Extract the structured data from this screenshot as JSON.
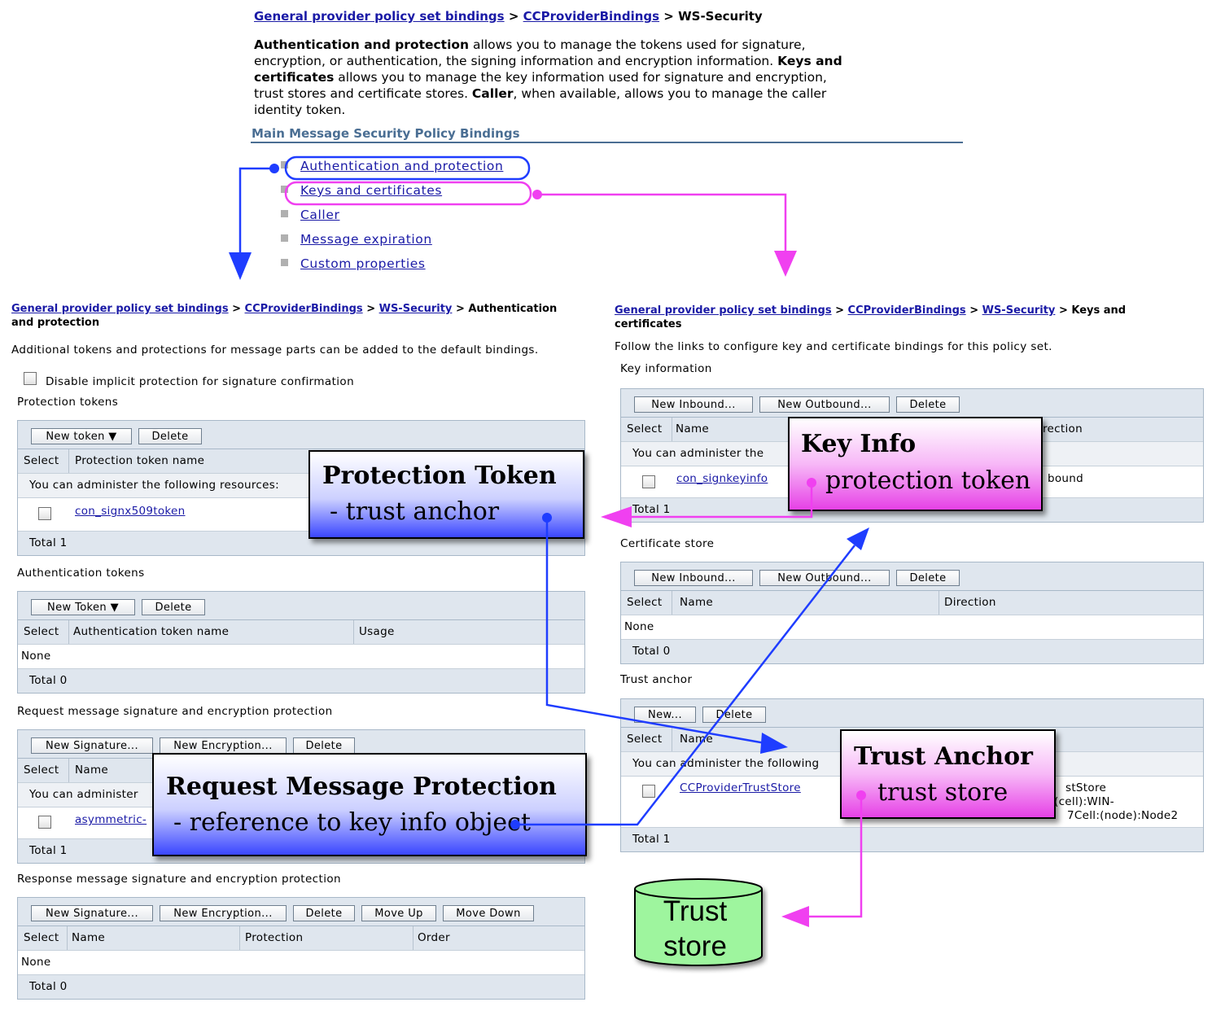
{
  "top": {
    "breadcrumb": [
      "General provider policy set bindings",
      "CCProviderBindings",
      "WS-Security"
    ],
    "desc": {
      "b1": "Authentication and protection",
      "t1": " allows you to manage the tokens used for signature,",
      "t2": "encryption, or authentication, the signing information and encryption information. ",
      "b2": "Keys and",
      "b3": "certificates",
      "t3": " allows you to manage the key information used for signature and encryption,",
      "t4": "trust stores and certificate stores. ",
      "b4": "Caller",
      "t5": ", when available, allows you to manage the caller",
      "t6": "identity token."
    },
    "section_title": "Main Message Security Policy Bindings",
    "menu": [
      "Authentication and protection",
      "Keys and certificates",
      "Caller",
      "Message expiration",
      "Custom properties"
    ]
  },
  "left": {
    "breadcrumb": [
      "General provider policy set bindings",
      "CCProviderBindings",
      "WS-Security"
    ],
    "breadcrumb_current_1": "Authentication",
    "breadcrumb_current_2": "and protection",
    "description": "Additional tokens and protections for message parts can be added to the default bindings.",
    "checkbox_label": "Disable implicit protection for signature confirmation",
    "protection": {
      "label": "Protection tokens",
      "buttons": [
        "New token ▼",
        "Delete"
      ],
      "columns": [
        "Select",
        "Protection token name"
      ],
      "note": "You can administer the following resources:",
      "row_link": "con_signx509token",
      "total": "Total 1"
    },
    "authentication": {
      "label": "Authentication tokens",
      "buttons": [
        "New Token ▼",
        "Delete"
      ],
      "columns": [
        "Select",
        "Authentication token name",
        "Usage"
      ],
      "none": "None",
      "total": "Total 0"
    },
    "request": {
      "label": "Request message signature and encryption protection",
      "buttons": [
        "New Signature...",
        "New Encryption...",
        "Delete"
      ],
      "columns": [
        "Select",
        "Name"
      ],
      "note": "You can administer",
      "row_link": "asymmetric-",
      "total": "Total 1"
    },
    "response": {
      "label": "Response message signature and encryption protection",
      "buttons": [
        "New Signature...",
        "New Encryption...",
        "Delete",
        "Move Up",
        "Move Down"
      ],
      "columns": [
        "Select",
        "Name",
        "Protection",
        "Order"
      ],
      "none": "None",
      "total": "Total 0"
    }
  },
  "right": {
    "breadcrumb": [
      "General provider policy set bindings",
      "CCProviderBindings",
      "WS-Security"
    ],
    "breadcrumb_current_1": "Keys and",
    "breadcrumb_current_2": "certificates",
    "description": "Follow the links to configure key and certificate bindings for this policy set.",
    "key": {
      "label": "Key information",
      "buttons": [
        "New Inbound...",
        "New Outbound...",
        "Delete"
      ],
      "columns": [
        "Select",
        "Name",
        "rection"
      ],
      "note": "You can administer the",
      "row_link": "con_signkeyinfo",
      "row_dir": "bound",
      "total": "Total 1"
    },
    "cert": {
      "label": "Certificate store",
      "buttons": [
        "New Inbound...",
        "New Outbound...",
        "Delete"
      ],
      "columns": [
        "Select",
        "Name",
        "Direction"
      ],
      "none": "None",
      "total": "Total 0"
    },
    "trust": {
      "label": "Trust anchor",
      "buttons": [
        "New...",
        "Delete"
      ],
      "columns": [
        "Select",
        "Name"
      ],
      "note": "You can administer the following",
      "row_link": "CCProviderTrustStore",
      "row_right_1": "stStore",
      "row_right_2": "(cell):WIN-",
      "row_right_3": "7Cell:(node):Node2",
      "total": "Total 1"
    }
  },
  "callouts": {
    "protection_token": {
      "title": "Protection Token",
      "sub": "- trust anchor"
    },
    "key_info": {
      "title": "Key Info",
      "sub": "protection token"
    },
    "request_message": {
      "title": "Request Message Protection",
      "sub": "- reference to key info object"
    },
    "trust_anchor": {
      "title": "Trust Anchor",
      "sub": "trust store"
    },
    "trust_store": {
      "line1": "Trust",
      "line2": "store"
    }
  },
  "colors": {
    "link": "#1a1aa6",
    "blue_arrow": "#1f3dff",
    "pink_arrow": "#f040f0",
    "store_green": "#9ef59e"
  }
}
